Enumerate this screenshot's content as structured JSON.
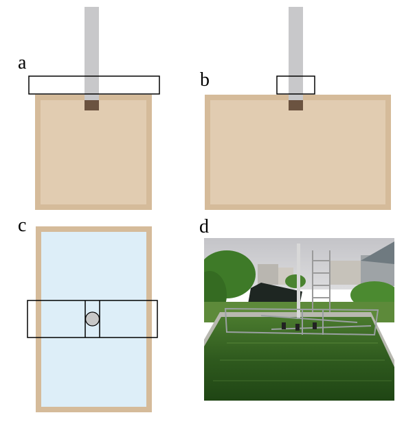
{
  "panels": {
    "a": {
      "label": "a"
    },
    "b": {
      "label": "b"
    },
    "c": {
      "label": "c"
    },
    "d": {
      "label": "d"
    }
  },
  "colors": {
    "tank_border": "#d5bb9a",
    "tank_fill": "#e1ccb1",
    "water_fill": "#ddeef8",
    "rod": "#c8c8ca",
    "rod_base": "#6b5340",
    "frame_stroke": "#000000",
    "float_fill": "#c8c8c8",
    "photo_sky": "#cfcfd1",
    "photo_water": "#2f5a1e",
    "photo_foliage": "#3e7a28"
  }
}
